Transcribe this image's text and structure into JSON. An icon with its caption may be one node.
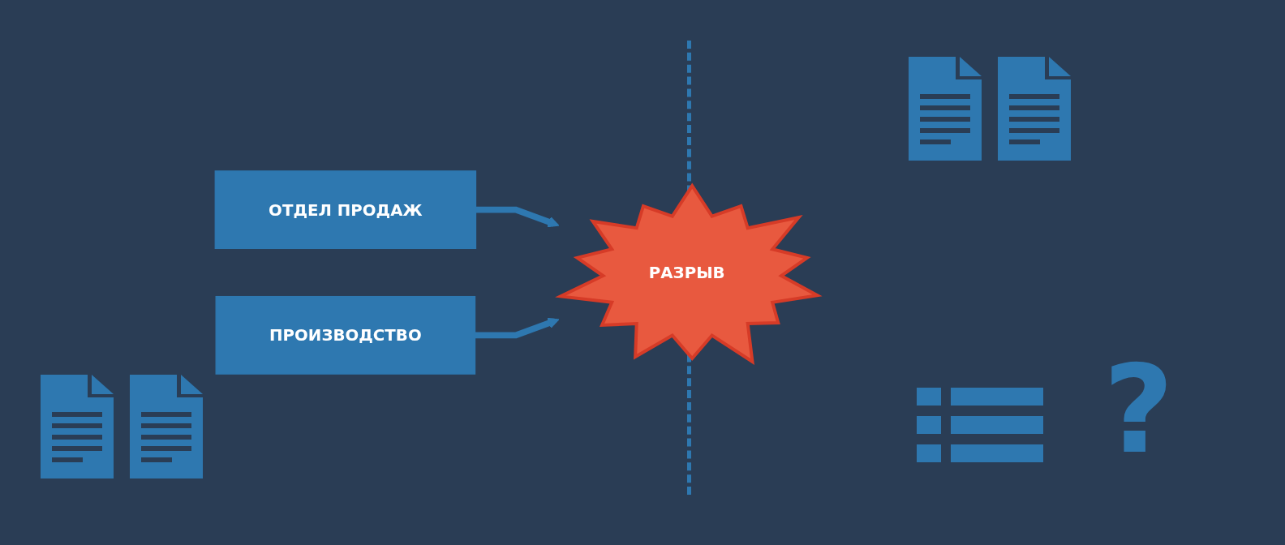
{
  "diagram": {
    "nodes": [
      {
        "text": [
          "ОТДЕЛ ПРОДАЖ"
        ]
      },
      {
        "text": [
          "РАЗРЫВ"
        ]
      },
      {
        "text": [
          "ПРОИЗВОДСТВО"
        ]
      }
    ],
    "edges": [
      {
        "from": 0,
        "to": 1,
        "arrow": "to"
      },
      {
        "from": 2,
        "to": 1,
        "arrow": "to"
      }
    ],
    "labels": [
      "?"
    ]
  }
}
